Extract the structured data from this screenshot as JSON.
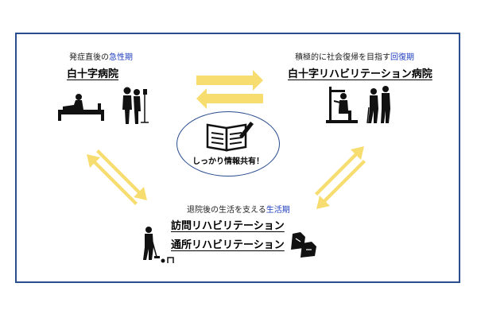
{
  "acute": {
    "caption_prefix": "発症直後の",
    "caption_highlight": "急性期",
    "title": "白十字病院"
  },
  "recovery": {
    "caption_prefix": "積極的に社会復帰を目指す",
    "caption_highlight": "回復期",
    "title": "白十字リハビリテーション病院"
  },
  "living": {
    "caption_prefix": "退院後の生活を支える",
    "caption_highlight": "生活期",
    "title_1": "訪問リハビリテーション",
    "title_2": "通所リハビリテーション"
  },
  "center": {
    "label": "しっかり情報共有！"
  },
  "colors": {
    "frame": "#2a4d8f",
    "highlight": "#1f3fbf",
    "arrow": "#f7dc6f"
  },
  "icons": {
    "patient_bed": "patient-in-bed-icon",
    "nurse_iv": "nurse-with-iv-stand-icon",
    "exercise_machine": "exercise-machine-icon",
    "walking_support": "walking-support-icon",
    "gateball": "gateball-player-icon",
    "shogi": "shogi-pieces-icon",
    "notebook": "notebook-pen-icon"
  }
}
